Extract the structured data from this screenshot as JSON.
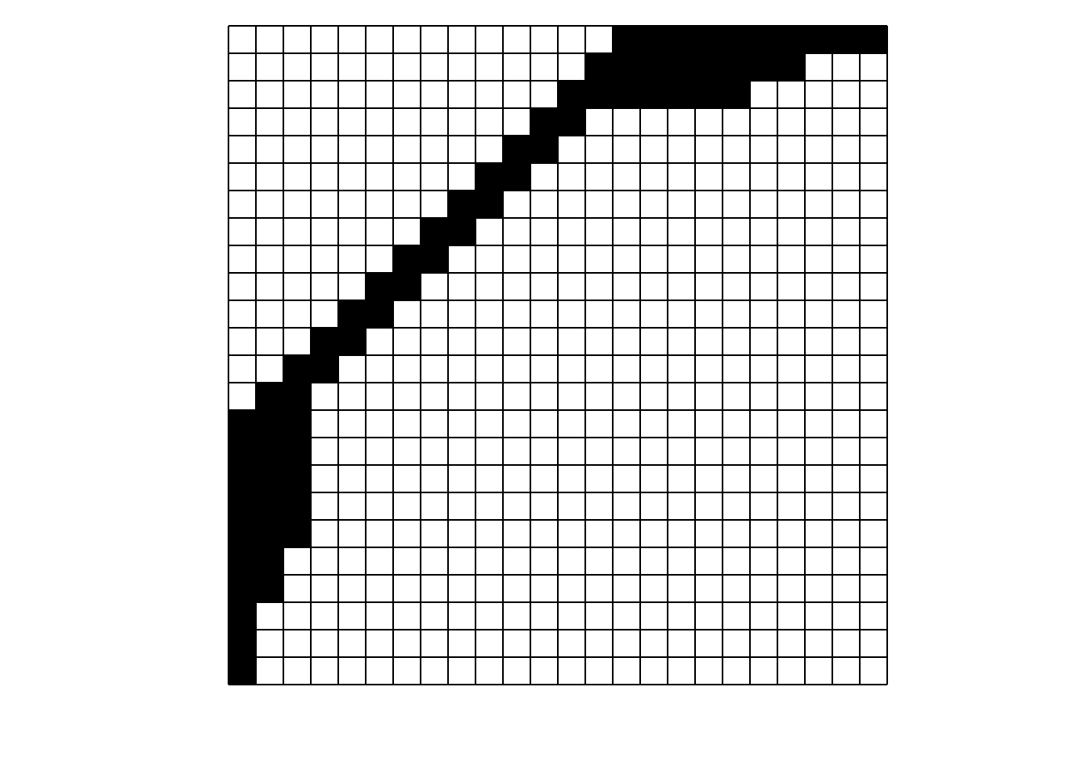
{
  "grid": {
    "rows": 24,
    "cols": 24,
    "filled_color": "#000000",
    "empty_color": "#ffffff",
    "line_color": "#000000",
    "filled_runs": [
      {
        "row": 0,
        "from": 14,
        "to": 23
      },
      {
        "row": 1,
        "from": 13,
        "to": 20
      },
      {
        "row": 2,
        "from": 12,
        "to": 18
      },
      {
        "row": 3,
        "from": 11,
        "to": 12
      },
      {
        "row": 4,
        "from": 10,
        "to": 11
      },
      {
        "row": 5,
        "from": 9,
        "to": 10
      },
      {
        "row": 6,
        "from": 8,
        "to": 9
      },
      {
        "row": 7,
        "from": 7,
        "to": 8
      },
      {
        "row": 8,
        "from": 6,
        "to": 7
      },
      {
        "row": 9,
        "from": 5,
        "to": 6
      },
      {
        "row": 10,
        "from": 4,
        "to": 5
      },
      {
        "row": 11,
        "from": 3,
        "to": 4
      },
      {
        "row": 12,
        "from": 2,
        "to": 3
      },
      {
        "row": 13,
        "from": 1,
        "to": 2
      },
      {
        "row": 14,
        "from": 0,
        "to": 2
      },
      {
        "row": 15,
        "from": 0,
        "to": 2
      },
      {
        "row": 16,
        "from": 0,
        "to": 2
      },
      {
        "row": 17,
        "from": 0,
        "to": 2
      },
      {
        "row": 18,
        "from": 0,
        "to": 2
      },
      {
        "row": 19,
        "from": 0,
        "to": 1
      },
      {
        "row": 20,
        "from": 0,
        "to": 1
      },
      {
        "row": 21,
        "from": 0,
        "to": 0
      },
      {
        "row": 22,
        "from": 0,
        "to": 0
      },
      {
        "row": 23,
        "from": 0,
        "to": 0
      }
    ]
  }
}
